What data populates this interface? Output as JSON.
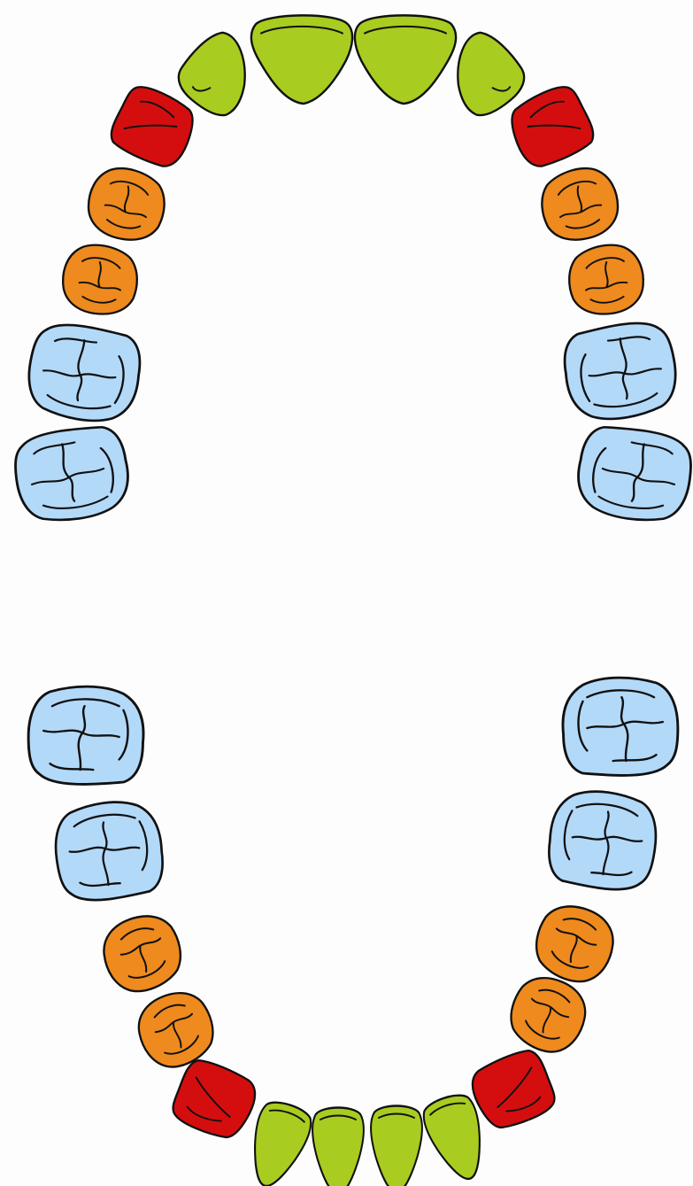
{
  "colors": {
    "background": "#fdfdfd",
    "outline": "#111111",
    "incisor": "#a8cc20",
    "canine": "#d40e0e",
    "premolar": "#ee8a1e",
    "molar": "#b3d9f9"
  },
  "arches": [
    {
      "name": "upper-arch",
      "teeth": [
        {
          "side": "right",
          "type": "molar",
          "position": 2
        },
        {
          "side": "right",
          "type": "molar",
          "position": 1
        },
        {
          "side": "right",
          "type": "premolar",
          "position": 2
        },
        {
          "side": "right",
          "type": "premolar",
          "position": 1
        },
        {
          "side": "right",
          "type": "canine",
          "position": 1
        },
        {
          "side": "right",
          "type": "incisor",
          "position": 2
        },
        {
          "side": "right",
          "type": "incisor",
          "position": 1
        },
        {
          "side": "left",
          "type": "incisor",
          "position": 1
        },
        {
          "side": "left",
          "type": "incisor",
          "position": 2
        },
        {
          "side": "left",
          "type": "canine",
          "position": 1
        },
        {
          "side": "left",
          "type": "premolar",
          "position": 1
        },
        {
          "side": "left",
          "type": "premolar",
          "position": 2
        },
        {
          "side": "left",
          "type": "molar",
          "position": 1
        },
        {
          "side": "left",
          "type": "molar",
          "position": 2
        }
      ]
    },
    {
      "name": "lower-arch",
      "teeth": [
        {
          "side": "right",
          "type": "molar",
          "position": 2
        },
        {
          "side": "right",
          "type": "molar",
          "position": 1
        },
        {
          "side": "right",
          "type": "premolar",
          "position": 2
        },
        {
          "side": "right",
          "type": "premolar",
          "position": 1
        },
        {
          "side": "right",
          "type": "canine",
          "position": 1
        },
        {
          "side": "right",
          "type": "incisor",
          "position": 2
        },
        {
          "side": "right",
          "type": "incisor",
          "position": 1
        },
        {
          "side": "left",
          "type": "incisor",
          "position": 1
        },
        {
          "side": "left",
          "type": "incisor",
          "position": 2
        },
        {
          "side": "left",
          "type": "canine",
          "position": 1
        },
        {
          "side": "left",
          "type": "premolar",
          "position": 1
        },
        {
          "side": "left",
          "type": "premolar",
          "position": 2
        },
        {
          "side": "left",
          "type": "molar",
          "position": 1
        },
        {
          "side": "left",
          "type": "molar",
          "position": 2
        }
      ]
    }
  ]
}
